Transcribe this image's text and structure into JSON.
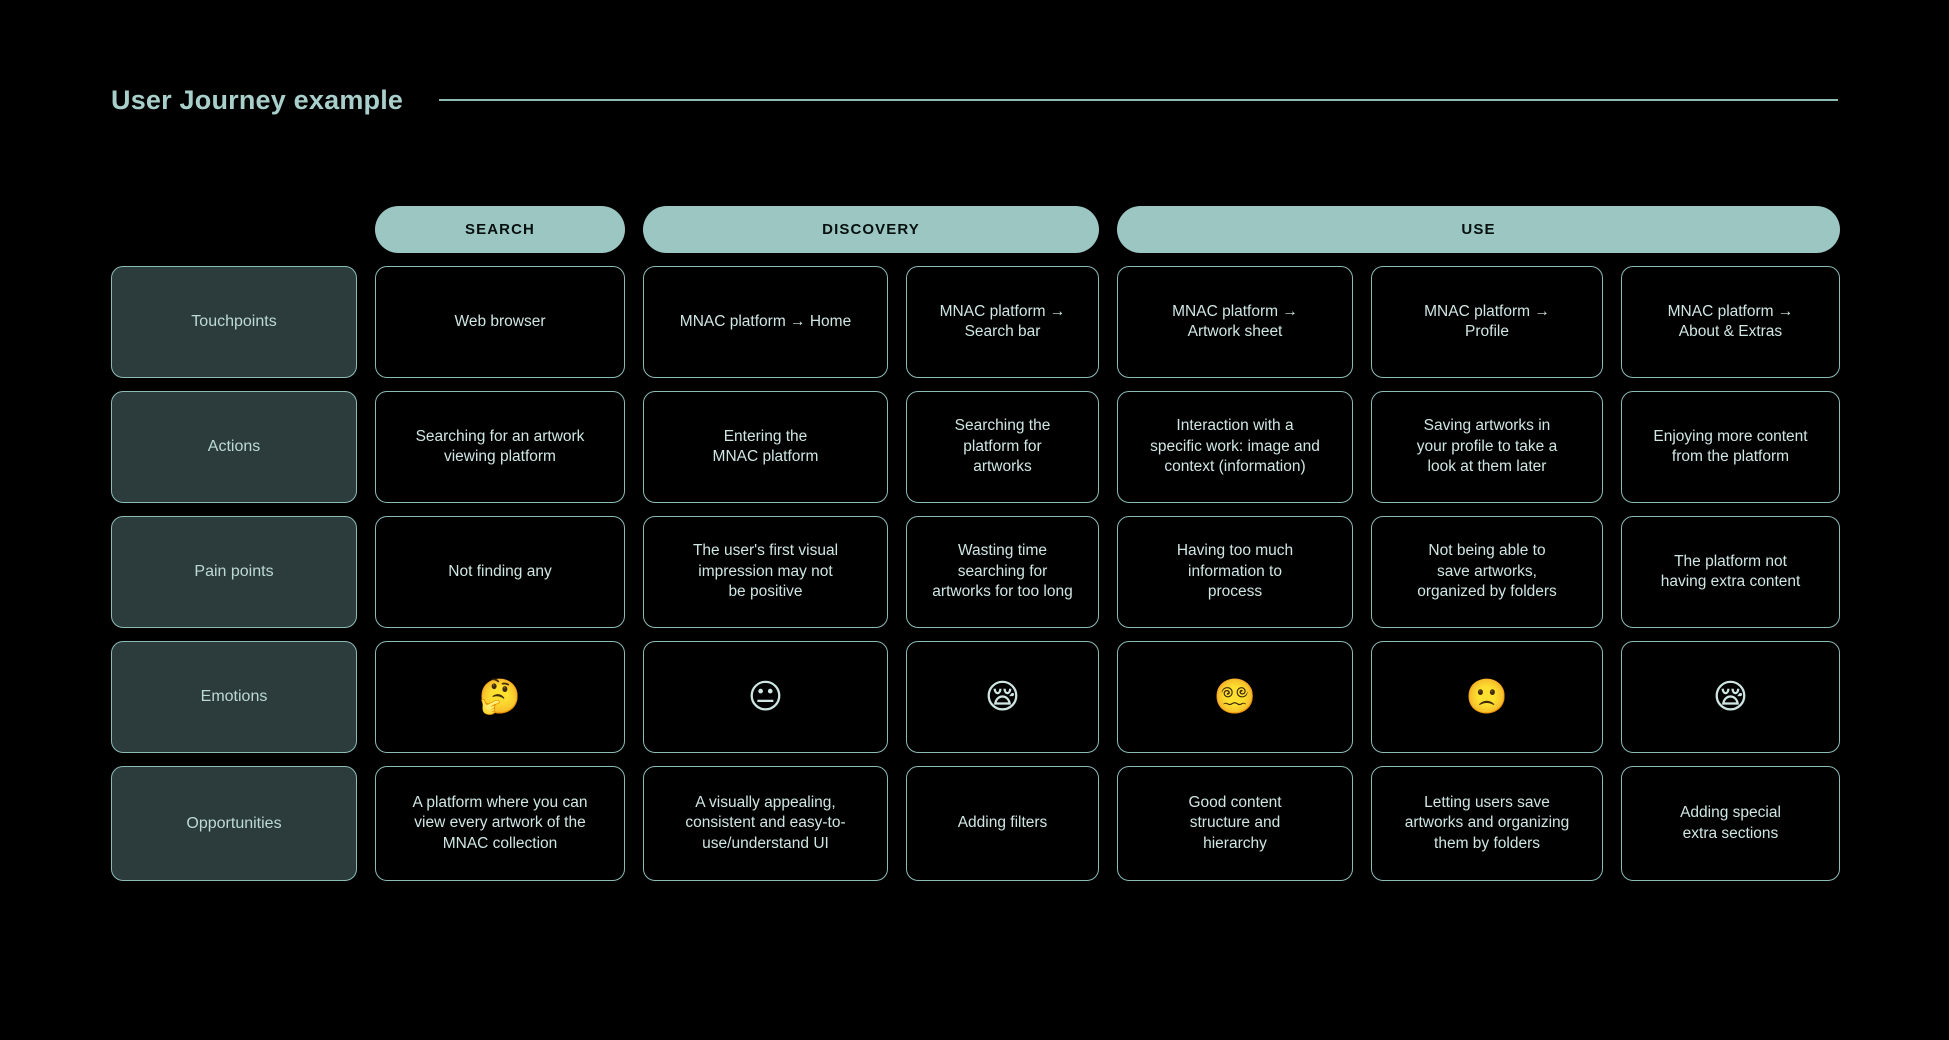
{
  "header": {
    "title": "User Journey example"
  },
  "phases": [
    {
      "label": "SEARCH",
      "span": 1
    },
    {
      "label": "DISCOVERY",
      "span": 2
    },
    {
      "label": "USE",
      "span": 3
    }
  ],
  "row_labels": [
    "Touchpoints",
    "Actions",
    "Pain points",
    "Emotions",
    "Opportunities"
  ],
  "rows": {
    "touchpoints": [
      "Web browser",
      "MNAC platform → Home",
      "MNAC platform →\nSearch bar",
      "MNAC platform →\nArtwork sheet",
      "MNAC platform →\nProfile",
      "MNAC platform →\nAbout & Extras"
    ],
    "actions": [
      "Searching for an artwork\nviewing platform",
      "Entering the\nMNAC platform",
      "Searching the\nplatform for\nartworks",
      "Interaction with a\nspecific work: image and\ncontext (information)",
      "Saving artworks in\nyour profile to take a\nlook at them later",
      "Enjoying more content\nfrom the platform"
    ],
    "pain_points": [
      "Not finding any",
      "The user's first visual\nimpression may not\nbe positive",
      "Wasting time\nsearching for\nartworks for too long",
      "Having too much\ninformation to\nprocess",
      "Not being able to\nsave artworks,\norganized by folders",
      "The platform not\nhaving extra content"
    ],
    "emotions": [
      "🤔",
      "😐",
      "😪",
      "😵‍💫",
      "🙁",
      "😪"
    ],
    "emotions_names": [
      "thinking-face-emoji",
      "neutral-face-emoji",
      "sleepy-face-emoji",
      "dizzy-face-emoji",
      "slightly-frowning-face-emoji",
      "sleepy-face-emoji"
    ],
    "opportunities": [
      "A platform where you can\nview every artwork of the\nMNAC collection",
      "A visually appealing,\nconsistent and easy-to-\nuse/understand UI",
      "Adding filters",
      "Good content\nstructure and\nhierarchy",
      "Letting users save\nartworks and organizing\nthem by folders",
      "Adding special\nextra sections"
    ]
  },
  "colors": {
    "background": "#000000",
    "accent_teal": "#8cbab5",
    "pill_fill": "#9cc6c2",
    "pill_text": "#05100f",
    "label_fill": "#2c3c3c",
    "text": "#cfe6e3",
    "title": "#a9cfcb"
  }
}
